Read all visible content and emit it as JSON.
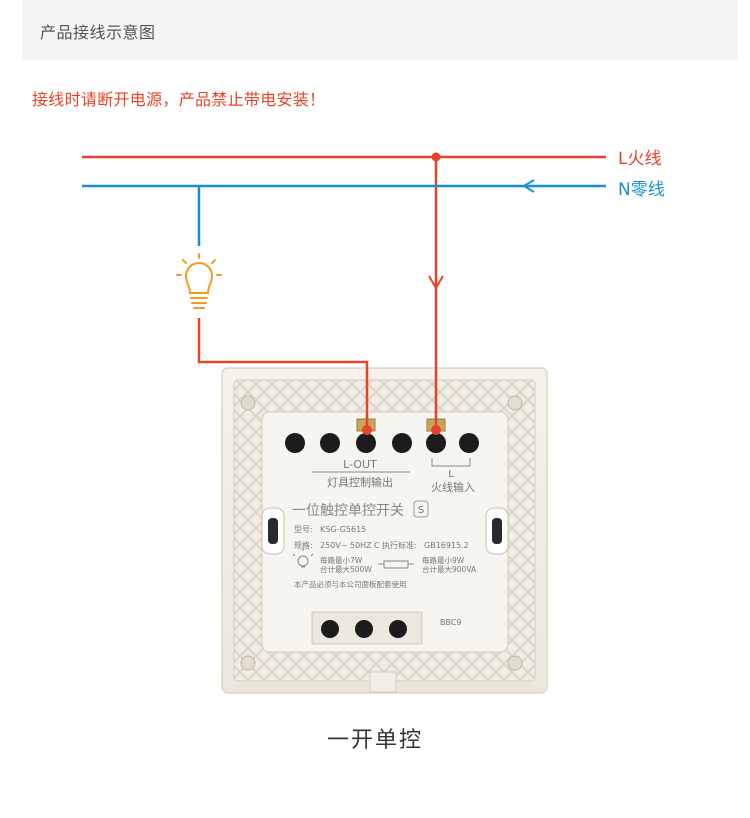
{
  "header": {
    "title": "产品接线示意图"
  },
  "warning": "接线时请断开电源，产品禁止带电安装！",
  "wires": {
    "live": {
      "label": "L火线",
      "color": "#e8432a"
    },
    "neutral": {
      "label": "N零线",
      "color": "#1a8fd6"
    }
  },
  "lamp": {
    "color": "#f59a1b"
  },
  "switch": {
    "l_out": "L-OUT",
    "l_out_desc": "灯具控制输出",
    "l_in": "L",
    "l_in_desc": "火线输入",
    "name": "一位触控单控开关",
    "badge": "S",
    "model_label": "型号:",
    "model": "KSG-G5615",
    "rating_label": "规格:",
    "rating": "250V~ 50HZ",
    "rating_mark": "C",
    "standard_label": "执行标准:",
    "standard": "GB16915.2",
    "spec_1a": "每路最小7W",
    "spec_1b": "合计最大500W",
    "spec_2a": "每路最小9W",
    "spec_2b": "合计最大900VA",
    "note": "本产品必须与本公司面板配套使用",
    "code": "BBC9"
  },
  "caption": "一开单控"
}
